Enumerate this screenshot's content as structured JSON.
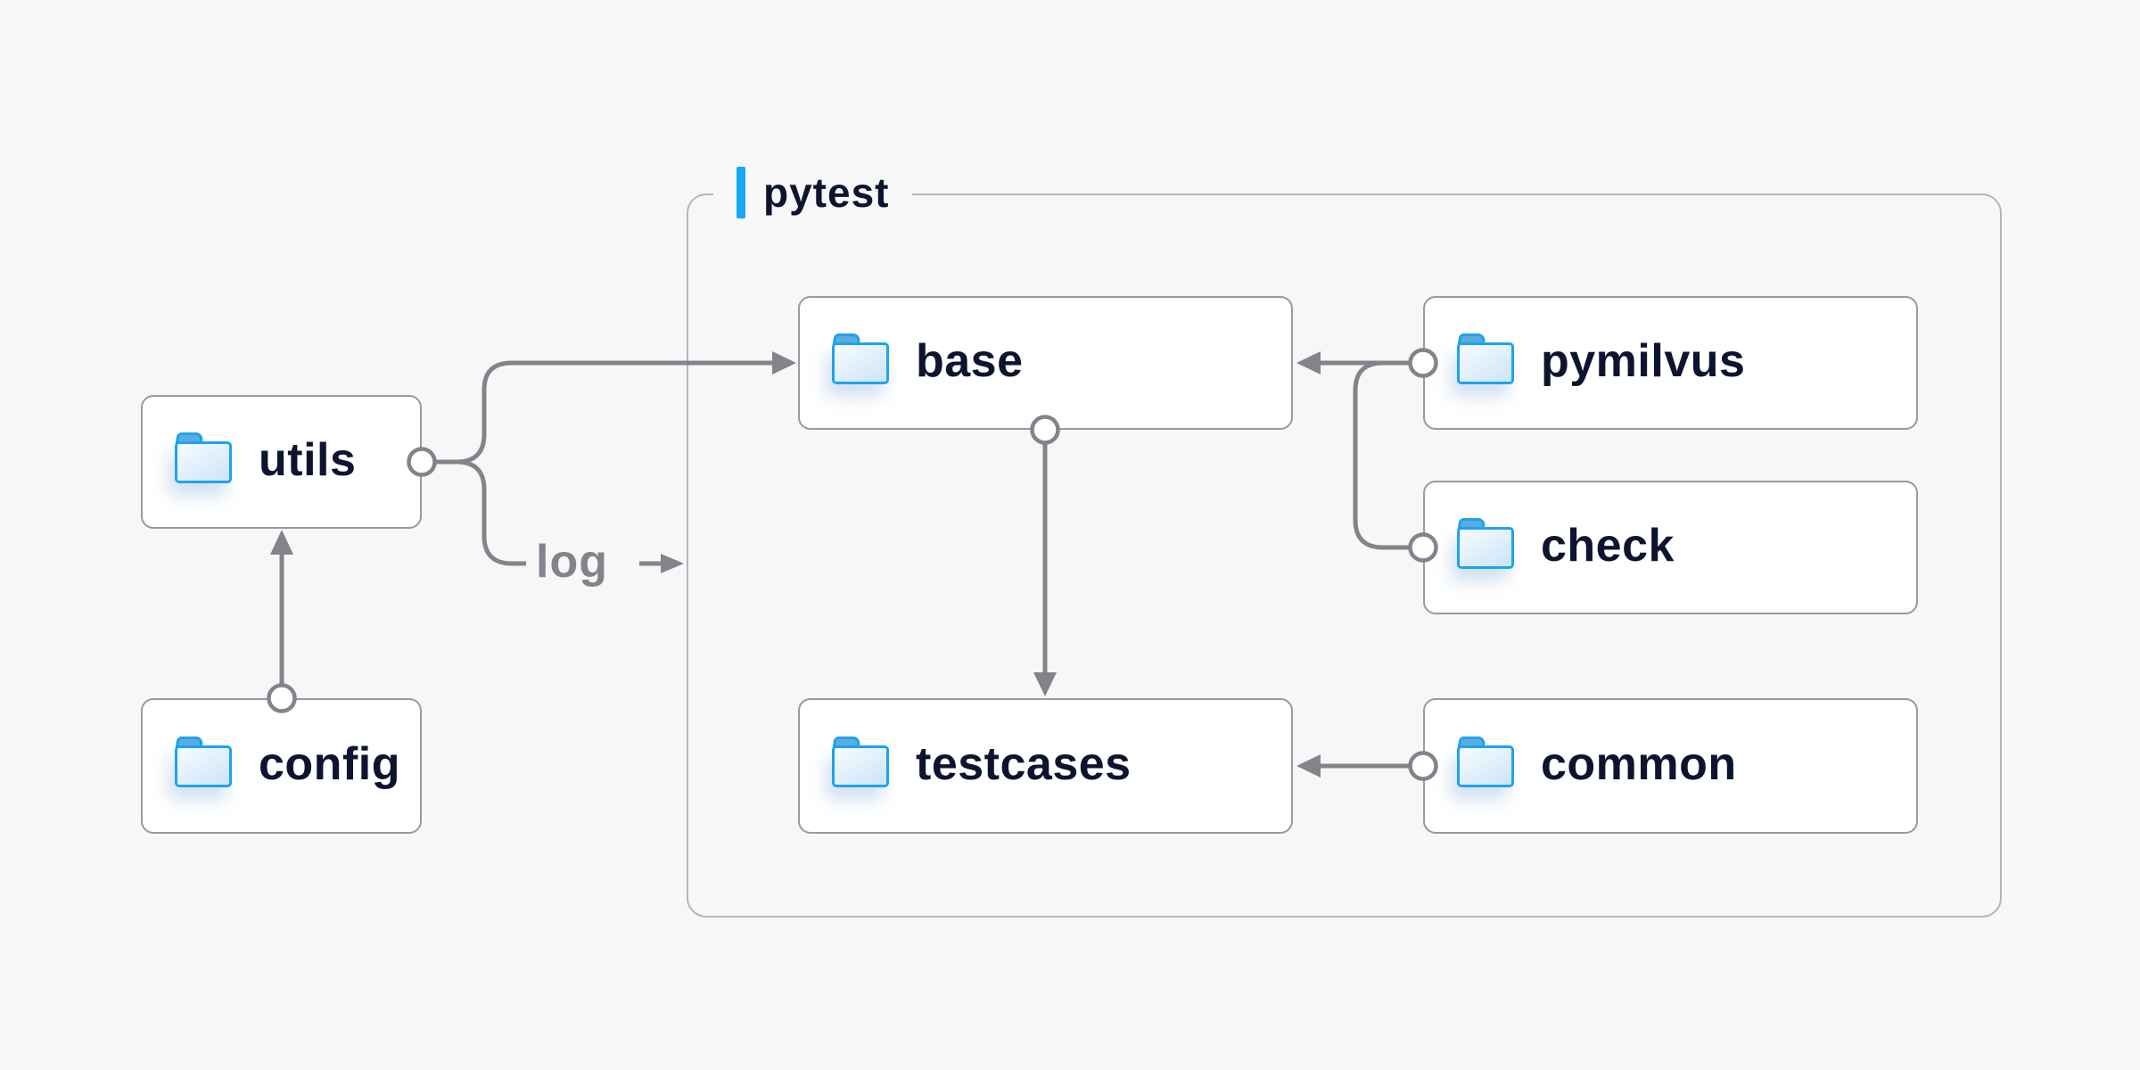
{
  "diagram": {
    "background": "#f7f7f8",
    "accent_color": "#14a9f2",
    "connector_color": "#83838c",
    "node_border_color": "#9998a4",
    "container_border_color": "#b5b4c0",
    "text_color": "#0d1430",
    "container": {
      "label": "pytest"
    },
    "nodes": {
      "utils": {
        "label": "utils",
        "icon": "folder-icon"
      },
      "config": {
        "label": "config",
        "icon": "folder-icon"
      },
      "base": {
        "label": "base",
        "icon": "folder-icon"
      },
      "pymilvus": {
        "label": "pymilvus",
        "icon": "folder-icon"
      },
      "check": {
        "label": "check",
        "icon": "folder-icon"
      },
      "testcases": {
        "label": "testcases",
        "icon": "folder-icon"
      },
      "common": {
        "label": "common",
        "icon": "folder-icon"
      }
    },
    "edges": [
      {
        "from": "config",
        "to": "utils",
        "label": ""
      },
      {
        "from": "utils",
        "to": "base",
        "label": ""
      },
      {
        "from": "utils",
        "to": "pytest-container",
        "label": "log"
      },
      {
        "from": "pymilvus",
        "to": "base",
        "label": ""
      },
      {
        "from": "check",
        "to": "base",
        "label": ""
      },
      {
        "from": "base",
        "to": "testcases",
        "label": ""
      },
      {
        "from": "common",
        "to": "testcases",
        "label": ""
      }
    ]
  }
}
